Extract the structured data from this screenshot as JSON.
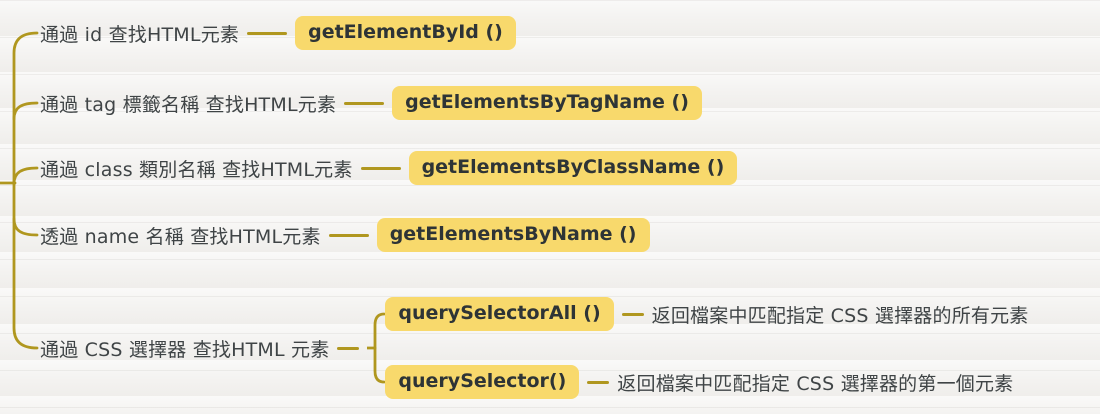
{
  "colors": {
    "background": "#f4f3f1",
    "line": "#b0971f",
    "highlight": "#f8d96c",
    "label_text": "#3f4446",
    "topic_text": "#2e3436"
  },
  "branches": [
    {
      "label": "通過 id 查找HTML元素",
      "method": "getElementById ()"
    },
    {
      "label": "通過 tag 標籤名稱 查找HTML元素",
      "method": "getElementsByTagName ()"
    },
    {
      "label": "通過 class 類別名稱 查找HTML元素",
      "method": "getElementsByClassName ()"
    },
    {
      "label": "透過 name 名稱 查找HTML元素",
      "method": "getElementsByName ()"
    },
    {
      "label": "通過 CSS 選擇器 查找HTML 元素",
      "children": [
        {
          "method": "querySelectorAll ()",
          "description": "返回檔案中匹配指定 CSS 選擇器的所有元素"
        },
        {
          "method": "querySelector()",
          "description": "返回檔案中匹配指定 CSS 選擇器的第一個元素"
        }
      ]
    }
  ]
}
